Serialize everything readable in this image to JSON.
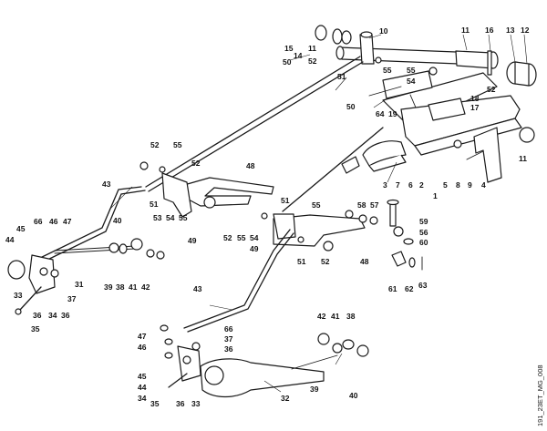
{
  "drawing_code": "191_23ET_MG_008",
  "callouts": [
    {
      "id": "c10",
      "text": "10"
    },
    {
      "id": "c11a",
      "text": "11"
    },
    {
      "id": "c16",
      "text": "16"
    },
    {
      "id": "c13",
      "text": "13"
    },
    {
      "id": "c12",
      "text": "12"
    },
    {
      "id": "c15",
      "text": "15"
    },
    {
      "id": "c14",
      "text": "14"
    },
    {
      "id": "c11b",
      "text": "11"
    },
    {
      "id": "c52a",
      "text": "52"
    },
    {
      "id": "c50a",
      "text": "50"
    },
    {
      "id": "c55a",
      "text": "55"
    },
    {
      "id": "c51a",
      "text": "51"
    },
    {
      "id": "c55b",
      "text": "55"
    },
    {
      "id": "c54a",
      "text": "54"
    },
    {
      "id": "c52b",
      "text": "52"
    },
    {
      "id": "c18",
      "text": "18"
    },
    {
      "id": "c17",
      "text": "17"
    },
    {
      "id": "c50b",
      "text": "50"
    },
    {
      "id": "c64",
      "text": "64"
    },
    {
      "id": "c19",
      "text": "19"
    },
    {
      "id": "c11c",
      "text": "11"
    },
    {
      "id": "c3",
      "text": "3"
    },
    {
      "id": "c7",
      "text": "7"
    },
    {
      "id": "c6",
      "text": "6"
    },
    {
      "id": "c2",
      "text": "2"
    },
    {
      "id": "c5",
      "text": "5"
    },
    {
      "id": "c8",
      "text": "8"
    },
    {
      "id": "c9",
      "text": "9"
    },
    {
      "id": "c4",
      "text": "4"
    },
    {
      "id": "c1",
      "text": "1"
    },
    {
      "id": "c52c",
      "text": "52"
    },
    {
      "id": "c55c",
      "text": "55"
    },
    {
      "id": "c52d",
      "text": "52"
    },
    {
      "id": "c48a",
      "text": "48"
    },
    {
      "id": "c43a",
      "text": "43"
    },
    {
      "id": "c51b",
      "text": "51"
    },
    {
      "id": "c53",
      "text": "53"
    },
    {
      "id": "c54b",
      "text": "54"
    },
    {
      "id": "c55d",
      "text": "55"
    },
    {
      "id": "c49a",
      "text": "49"
    },
    {
      "id": "c51c",
      "text": "51"
    },
    {
      "id": "c55e",
      "text": "55"
    },
    {
      "id": "c58",
      "text": "58"
    },
    {
      "id": "c57",
      "text": "57"
    },
    {
      "id": "c59",
      "text": "59"
    },
    {
      "id": "c56",
      "text": "56"
    },
    {
      "id": "c60",
      "text": "60"
    },
    {
      "id": "c52e",
      "text": "52"
    },
    {
      "id": "c55f",
      "text": "55"
    },
    {
      "id": "c54c",
      "text": "54"
    },
    {
      "id": "c49b",
      "text": "49"
    },
    {
      "id": "c51d",
      "text": "51"
    },
    {
      "id": "c52f",
      "text": "52"
    },
    {
      "id": "c48b",
      "text": "48"
    },
    {
      "id": "c61",
      "text": "61"
    },
    {
      "id": "c62",
      "text": "62"
    },
    {
      "id": "c63",
      "text": "63"
    },
    {
      "id": "c40a",
      "text": "40"
    },
    {
      "id": "c66a",
      "text": "66"
    },
    {
      "id": "c46a",
      "text": "46"
    },
    {
      "id": "c47a",
      "text": "47"
    },
    {
      "id": "c45a",
      "text": "45"
    },
    {
      "id": "c44a",
      "text": "44"
    },
    {
      "id": "c33a",
      "text": "33"
    },
    {
      "id": "c39a",
      "text": "39"
    },
    {
      "id": "c38a",
      "text": "38"
    },
    {
      "id": "c41a",
      "text": "41"
    },
    {
      "id": "c42a",
      "text": "42"
    },
    {
      "id": "c31",
      "text": "31"
    },
    {
      "id": "c37a",
      "text": "37"
    },
    {
      "id": "c36a",
      "text": "36"
    },
    {
      "id": "c34a",
      "text": "34"
    },
    {
      "id": "c36b",
      "text": "36"
    },
    {
      "id": "c35a",
      "text": "35"
    },
    {
      "id": "c43b",
      "text": "43"
    },
    {
      "id": "c42b",
      "text": "42"
    },
    {
      "id": "c41b",
      "text": "41"
    },
    {
      "id": "c38b",
      "text": "38"
    },
    {
      "id": "c47b",
      "text": "47"
    },
    {
      "id": "c46b",
      "text": "46"
    },
    {
      "id": "c66b",
      "text": "66"
    },
    {
      "id": "c37b",
      "text": "37"
    },
    {
      "id": "c36c",
      "text": "36"
    },
    {
      "id": "c45b",
      "text": "45"
    },
    {
      "id": "c44b",
      "text": "44"
    },
    {
      "id": "c34b",
      "text": "34"
    },
    {
      "id": "c35b",
      "text": "35"
    },
    {
      "id": "c36d",
      "text": "36"
    },
    {
      "id": "c33b",
      "text": "33"
    },
    {
      "id": "c32",
      "text": "32"
    },
    {
      "id": "c39b",
      "text": "39"
    },
    {
      "id": "c40b",
      "text": "40"
    }
  ]
}
